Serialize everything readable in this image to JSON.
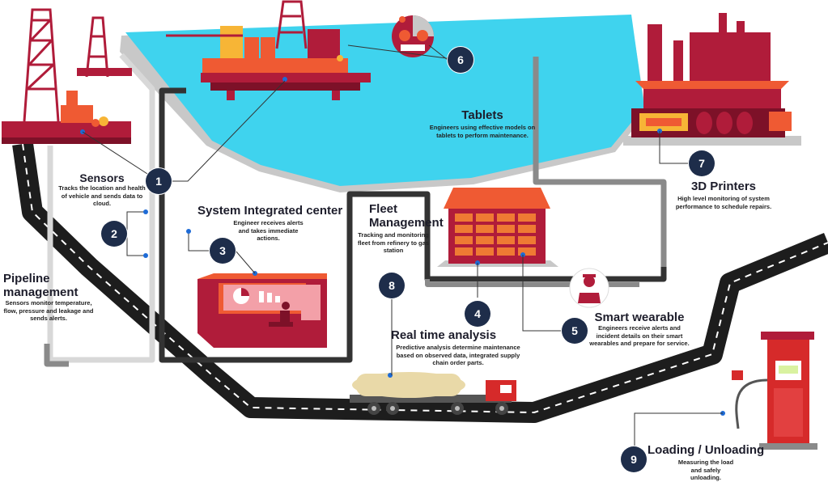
{
  "colors": {
    "sea": "#3fd3ee",
    "shore": "#c8c8c8",
    "road": "#1d1d1d",
    "pipe_light": "#d8d8d8",
    "pipe_dark": "#333333",
    "pipe_mid": "#8a8a8a",
    "structure_red": "#b01c3a",
    "structure_orange": "#ef5a33",
    "badge": "#1e2d4a",
    "text": "#1d1d2b"
  },
  "stages": [
    {
      "number": "1",
      "icon": "sensor-icon"
    },
    {
      "number": "2",
      "icon": "sensor-icon"
    },
    {
      "number": "3",
      "icon": "control-center-icon"
    },
    {
      "number": "4",
      "icon": "analysis-icon"
    },
    {
      "number": "5",
      "icon": "wearable-icon"
    },
    {
      "number": "6",
      "icon": "tablet-icon"
    },
    {
      "number": "7",
      "icon": "printer-icon"
    },
    {
      "number": "8",
      "icon": "truck-icon"
    },
    {
      "number": "9",
      "icon": "fuel-pump-icon"
    }
  ],
  "labels": {
    "sensors": {
      "title": "Sensors",
      "desc": "Tracks the location and health of vehicle and sends data to cloud."
    },
    "pipeline": {
      "title": "Pipeline management",
      "desc": "Sensors monitor temperature, flow, pressure and leakage and sends alerts."
    },
    "system": {
      "title": "System Integrated center",
      "desc": "Engineer receives alerts and takes immediate actions."
    },
    "fleet": {
      "title": "Fleet Management",
      "desc": "Tracking and monitoring fleet from refinery to gas station"
    },
    "tablets": {
      "title": "Tablets",
      "desc": "Engineers using effective models on tablets to perform maintenance."
    },
    "printers": {
      "title": "3D Printers",
      "desc": "High level monitoring of system performance to schedule repairs."
    },
    "realtime": {
      "title": "Real time analysis",
      "desc": "Predictive analysis determine maintenance based on observed data, integrated supply chain order parts."
    },
    "wearable": {
      "title": "Smart wearable",
      "desc": "Engineers receive alerts and incident details on their smart wearables and prepare for service."
    },
    "loading": {
      "title": "Loading / Unloading",
      "desc": "Measuring the load and safely unloading."
    }
  }
}
